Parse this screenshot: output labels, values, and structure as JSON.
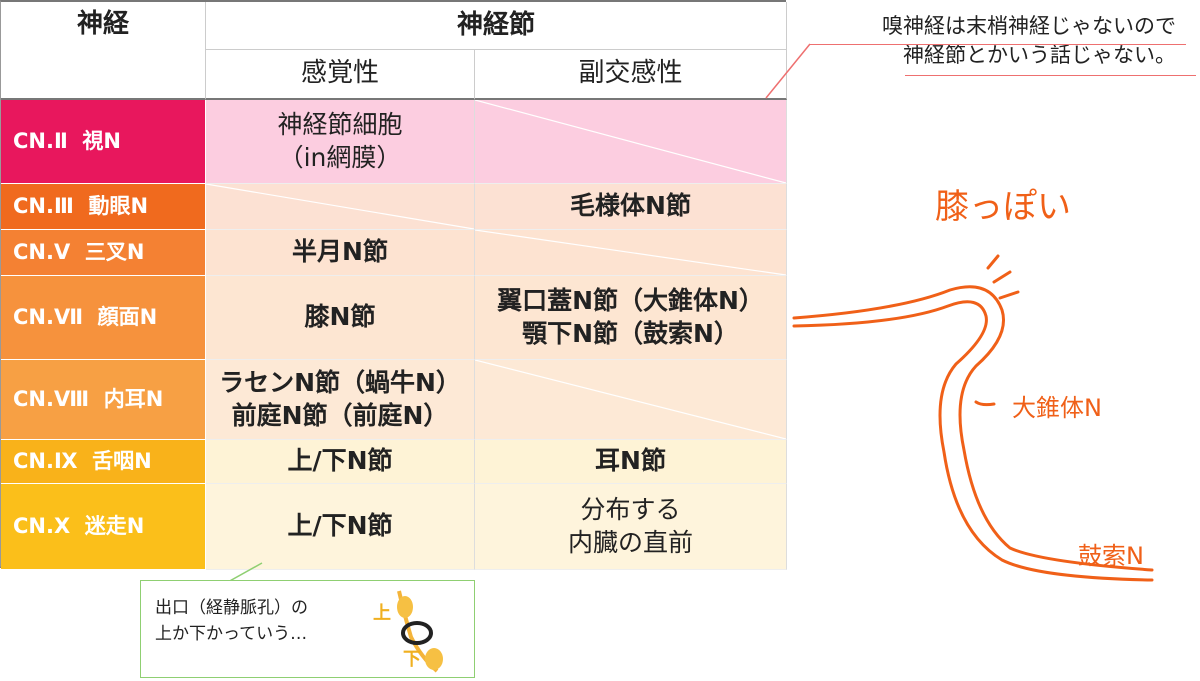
{
  "table": {
    "header": {
      "nerve": "神経",
      "ganglion": "神経節",
      "sensory": "感覚性",
      "parasympathetic": "副交感性"
    },
    "rows": [
      {
        "label": "CN.Ⅱ  視N",
        "color": "#e8175d",
        "bg": "#fccde0",
        "sensory": "神経節細胞\n（in網膜）",
        "sensory_bold": false,
        "para": "",
        "diag": "para"
      },
      {
        "label": "CN.Ⅲ  動眼N",
        "color": "#f06a1e",
        "bg": "#fce1d3",
        "sensory": "",
        "para": "毛様体N節",
        "para_bold": true,
        "diag": "sensory"
      },
      {
        "label": "CN.Ⅴ  三叉N",
        "color": "#f48133",
        "bg": "#fde3d1",
        "sensory": "半月N節",
        "sensory_bold": true,
        "para": "",
        "diag": "para"
      },
      {
        "label": "CN.Ⅶ  顔面N",
        "color": "#f6923d",
        "bg": "#fde6d2",
        "sensory": "膝N節",
        "sensory_bold": true,
        "para": "翼口蓋N節（大錐体N）\n顎下N節（鼓索N）",
        "para_bold": true,
        "diag": "none"
      },
      {
        "label": "CN.Ⅷ  内耳N",
        "color": "#f7a044",
        "bg": "#fde9d6",
        "sensory": "ラセンN節（蝸牛N）\n前庭N節（前庭N）",
        "sensory_bold": true,
        "para": "",
        "diag": "para"
      },
      {
        "label": "CN.Ⅸ  舌咽N",
        "color": "#f9b21a",
        "bg": "#fef3d6",
        "sensory": "上/下N節",
        "sensory_bold": true,
        "para": "耳N節",
        "para_bold": true,
        "diag": "none"
      },
      {
        "label": "CN.Ⅹ  迷走N",
        "color": "#fbbf1a",
        "bg": "#fef4dc",
        "sensory": "上/下N節",
        "sensory_bold": true,
        "para": "分布する\n内臓の直前",
        "para_bold": false,
        "diag": "none"
      }
    ]
  },
  "notes": {
    "top_line1": "嗅神経は末梢神経じゃないので",
    "top_line2": "神経節とかいう話じゃない。",
    "bottom_line1": "出口（経静脈孔）の",
    "bottom_line2": "上か下かっていう…",
    "bottom_up": "上",
    "bottom_down": "下"
  },
  "drawing": {
    "knee_label": "膝っぽい",
    "greater_petrosal": "大錐体N",
    "chorda_tympani": "鼓索N"
  },
  "colors": {
    "accent_orange": "#f06018",
    "green_border": "#8fcf72",
    "annotation_red": "#ee7070"
  }
}
